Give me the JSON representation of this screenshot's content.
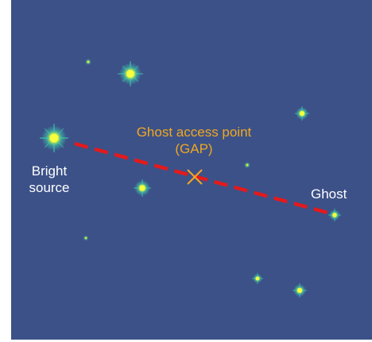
{
  "colors": {
    "background": "#3c5188",
    "dashed_line": "#e31a1c",
    "gap_marker": "#f5a623",
    "gap_text": "#f0a820",
    "label_text": "#ffffff",
    "star_core": "#f2ff3c",
    "star_glow": "#3fd3b0"
  },
  "labels": {
    "bright_source_line1": "Bright",
    "bright_source_line2": "source",
    "gap_line1": "Ghost access point",
    "gap_line2": "(GAP)",
    "ghost": "Ghost"
  },
  "icons": {
    "gap_marker": "x-cross-icon",
    "stars": "star-point-icon"
  }
}
